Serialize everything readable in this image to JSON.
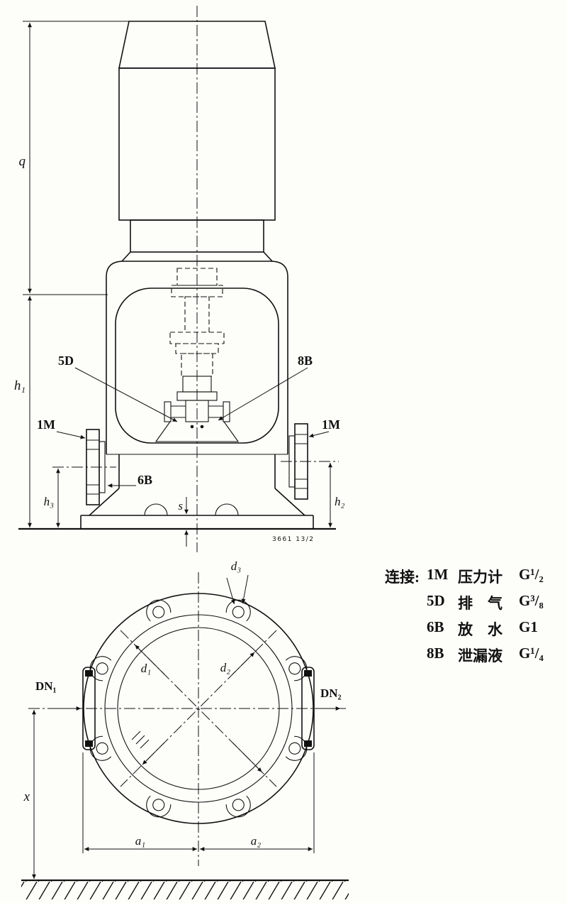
{
  "elevation": {
    "dim_q": "q",
    "dim_h1": "h₁",
    "dim_h3": "h₃",
    "dim_h2": "h₂",
    "dim_s": "s",
    "callout_5d": "5D",
    "callout_8b": "8B",
    "callout_1m_left": "1M",
    "callout_1m_right": "1M",
    "callout_6b": "6B",
    "drawing_number": "3661 13/2"
  },
  "plan": {
    "dim_d1": "d₁",
    "dim_d2": "d₂",
    "dim_d3": "d₃",
    "dim_a1": "a₁",
    "dim_a2": "a₂",
    "dim_x": "x",
    "nozzle_in": "DN₁",
    "nozzle_out": "DN₂"
  },
  "legend": {
    "title": "连接:",
    "items": [
      {
        "code": "1M",
        "desc": "压力计",
        "thread": "G¹/₂"
      },
      {
        "code": "5D",
        "desc": "排　气",
        "thread": "G³/₈"
      },
      {
        "code": "6B",
        "desc": "放　水",
        "thread": "G1"
      },
      {
        "code": "8B",
        "desc": "泄漏液",
        "thread": "G¹/₄"
      }
    ]
  }
}
